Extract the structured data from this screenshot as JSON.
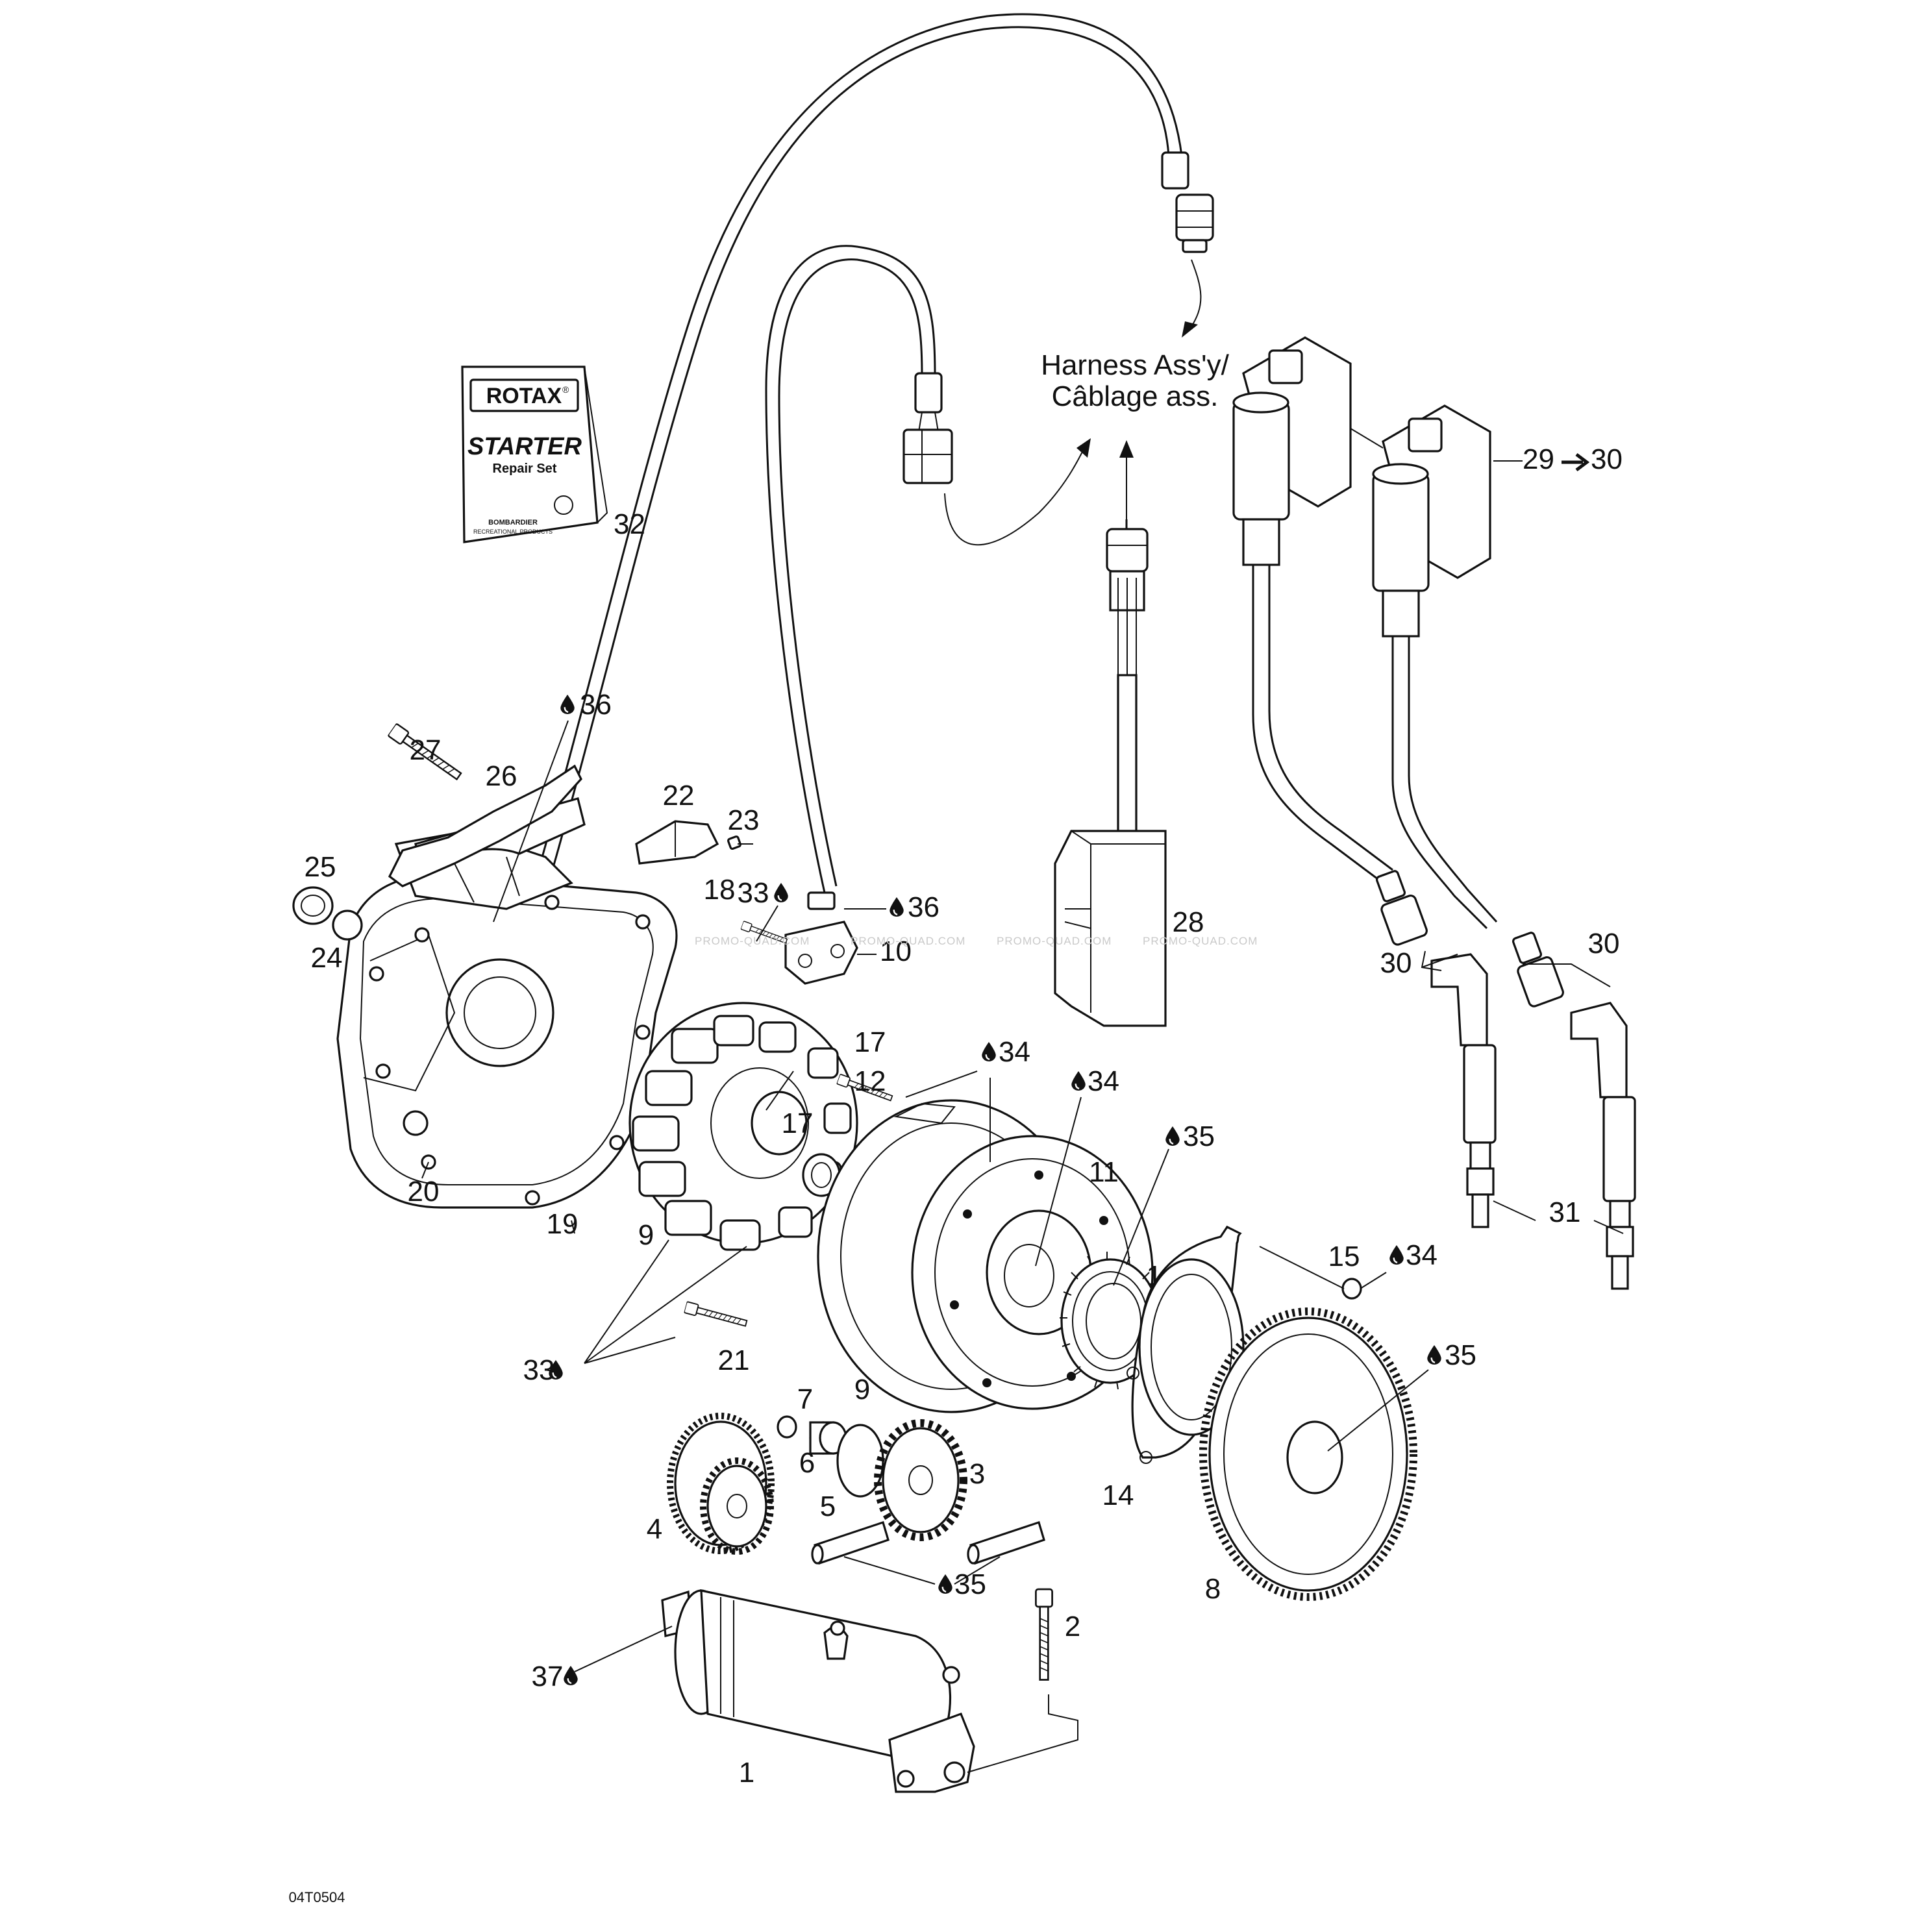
{
  "diagram": {
    "harness_label_line1": "Harness Ass'y/",
    "harness_label_line2": "Câblage ass.",
    "drawing_code": "04T0504",
    "watermark": "PROMO-QUAD.COM"
  },
  "booklet": {
    "brand": "ROTAX",
    "registered": "®",
    "title": "STARTER",
    "subtitle": "Repair Set",
    "maker_line1": "BOMBARDIER",
    "maker_line2": "RECREATIONAL PRODUCTS"
  },
  "callouts": {
    "c1": "1",
    "c2": "2",
    "c3": "3",
    "c4": "4",
    "c5": "5",
    "c6": "6",
    "c7": "7",
    "c8": "8",
    "c9a": "9",
    "c9b": "9",
    "c10": "10",
    "c11": "11",
    "c12": "12",
    "c13": "13",
    "c14": "14",
    "c15": "15",
    "c16": "16",
    "c17": "17",
    "c18": "18",
    "c19": "19",
    "c20": "20",
    "c21": "21",
    "c22": "22",
    "c23": "23",
    "c24": "24",
    "c25": "25",
    "c26": "26",
    "c27": "27",
    "c28": "28",
    "c29": "29",
    "c30": "30",
    "c30a": "30",
    "c30b": "30",
    "c31": "31",
    "c32": "32",
    "c33a": "33",
    "c33b": "33",
    "c34a": "34",
    "c34b": "34",
    "c34c": "34",
    "c35a": "35",
    "c35b": "35",
    "c35c": "35",
    "c36a": "36",
    "c36b": "36",
    "c37": "37"
  }
}
